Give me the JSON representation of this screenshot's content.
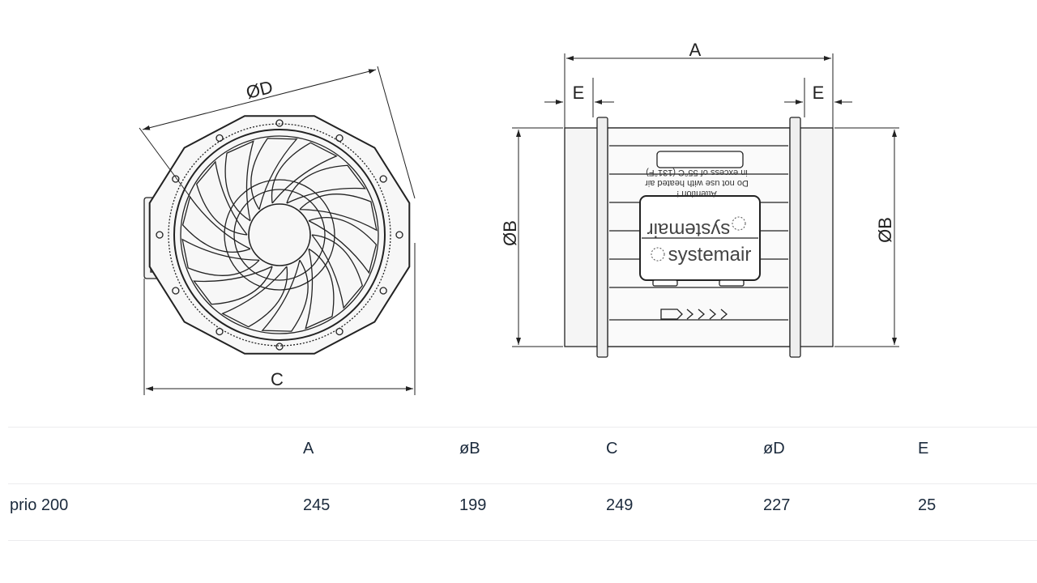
{
  "drawing": {
    "dim_labels": {
      "A": "A",
      "B": "ØB",
      "C": "C",
      "D": "ØD",
      "E": "E"
    },
    "label_attention": "Attention !",
    "label_warning_1": "Do not use with heated air",
    "label_warning_2": "in excess of 55°C (131°F)",
    "brand": "systemair"
  },
  "table": {
    "headers": [
      "",
      "A",
      "øB",
      "C",
      "øD",
      "E"
    ],
    "rows": [
      {
        "model": "prio 200",
        "A": "245",
        "B": "199",
        "C": "249",
        "D": "227",
        "E": "25"
      }
    ]
  }
}
